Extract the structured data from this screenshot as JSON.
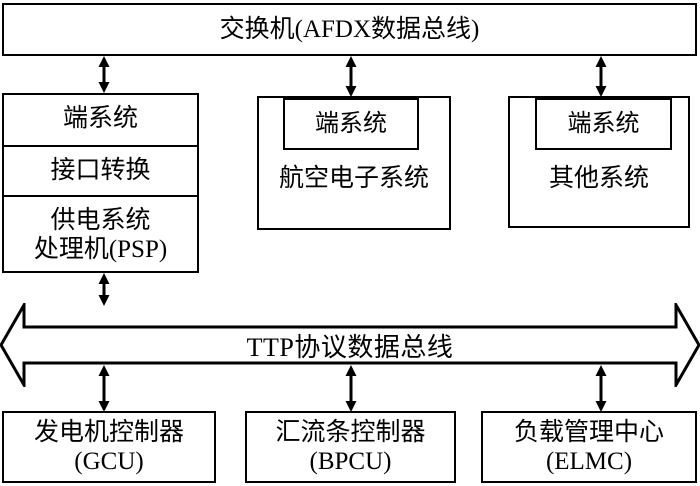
{
  "diagram": {
    "title_box": {
      "label": "交换机(AFDX数据总线)"
    },
    "left_column": {
      "cells": [
        {
          "label": "端系统"
        },
        {
          "label": "接口转换"
        },
        {
          "label": "供电系统\n处理机(PSP)"
        }
      ]
    },
    "middle_group": {
      "inner_label": "端系统",
      "label": "航空电子系统"
    },
    "right_group": {
      "inner_label": "端系统",
      "label": "其他系统"
    },
    "bus": {
      "label": "TTP协议数据总线"
    },
    "bottom_row": [
      {
        "label": "发电机控制器\n(GCU)"
      },
      {
        "label": "汇流条控制器\n(BPCU)"
      },
      {
        "label": "负载管理中心\n(ELMC)"
      }
    ],
    "connectors": [
      {
        "name": "switch-to-psp"
      },
      {
        "name": "switch-to-avionics"
      },
      {
        "name": "switch-to-other"
      },
      {
        "name": "psp-to-bus"
      },
      {
        "name": "bus-to-gcu"
      },
      {
        "name": "bus-to-bpcu"
      },
      {
        "name": "bus-to-elmc"
      }
    ],
    "colors": {
      "line": "#000000",
      "fill": "#ffffff",
      "text": "#000000"
    }
  }
}
